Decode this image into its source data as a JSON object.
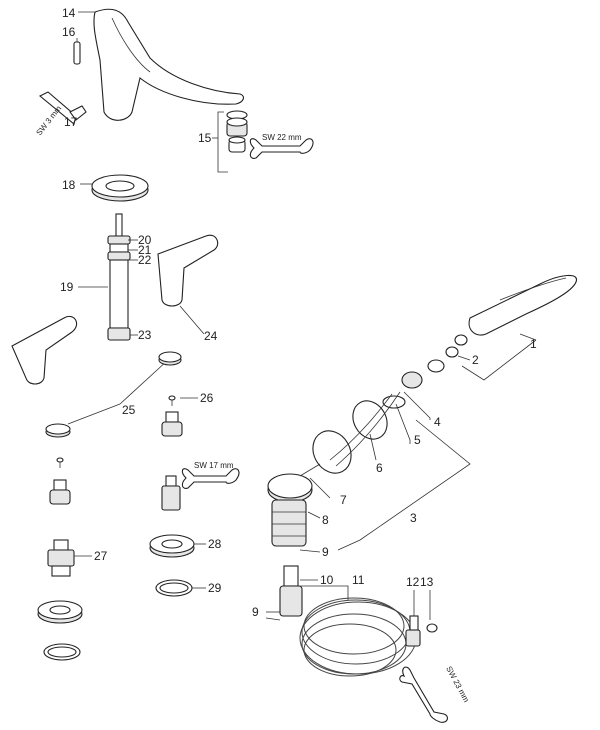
{
  "callouts": [
    {
      "id": "c1",
      "text": "1"
    },
    {
      "id": "c2",
      "text": "2"
    },
    {
      "id": "c3",
      "text": "3"
    },
    {
      "id": "c4",
      "text": "4"
    },
    {
      "id": "c5",
      "text": "5"
    },
    {
      "id": "c6",
      "text": "6"
    },
    {
      "id": "c7",
      "text": "7"
    },
    {
      "id": "c8",
      "text": "8"
    },
    {
      "id": "c9a",
      "text": "9"
    },
    {
      "id": "c9b",
      "text": "9"
    },
    {
      "id": "c10",
      "text": "10"
    },
    {
      "id": "c11",
      "text": "11"
    },
    {
      "id": "c12",
      "text": "12"
    },
    {
      "id": "c13",
      "text": "13"
    },
    {
      "id": "c14",
      "text": "14"
    },
    {
      "id": "c15",
      "text": "15"
    },
    {
      "id": "c16",
      "text": "16"
    },
    {
      "id": "c17",
      "text": "17"
    },
    {
      "id": "c18",
      "text": "18"
    },
    {
      "id": "c19",
      "text": "19"
    },
    {
      "id": "c20",
      "text": "20"
    },
    {
      "id": "c21",
      "text": "21"
    },
    {
      "id": "c22",
      "text": "22"
    },
    {
      "id": "c23",
      "text": "23"
    },
    {
      "id": "c24",
      "text": "24"
    },
    {
      "id": "c25",
      "text": "25"
    },
    {
      "id": "c26",
      "text": "26"
    },
    {
      "id": "c27",
      "text": "27"
    },
    {
      "id": "c28",
      "text": "28"
    },
    {
      "id": "c29",
      "text": "29"
    }
  ],
  "wrench_labels": {
    "sw3": "SW 3 mm",
    "sw22": "SW 22 mm",
    "sw17": "SW 17 mm",
    "sw23": "SW 23 mm"
  }
}
